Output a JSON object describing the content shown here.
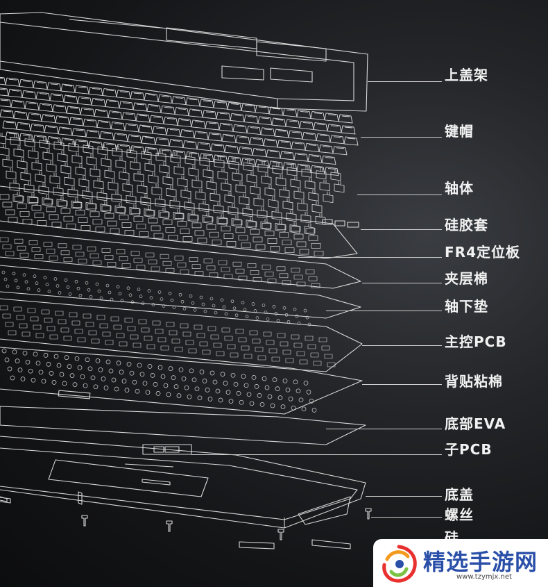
{
  "labels": [
    {
      "id": "top-case",
      "text": "上盖架"
    },
    {
      "id": "keycaps",
      "text": "键帽"
    },
    {
      "id": "switches",
      "text": "轴体"
    },
    {
      "id": "silicone-pad",
      "text": "硅胶套"
    },
    {
      "id": "fr4-plate",
      "text": "FR4定位板"
    },
    {
      "id": "sandwich-foam",
      "text": "夹层棉"
    },
    {
      "id": "switch-pad",
      "text": "轴下垫"
    },
    {
      "id": "main-pcb",
      "text": "主控PCB"
    },
    {
      "id": "pcb-foam",
      "text": "背贴粘棉"
    },
    {
      "id": "bottom-eva",
      "text": "底部EVA"
    },
    {
      "id": "daughter-pcb",
      "text": "子PCB"
    },
    {
      "id": "bottom-case",
      "text": "底盖"
    },
    {
      "id": "screws",
      "text": "螺丝"
    },
    {
      "id": "feet",
      "text": "硅"
    }
  ],
  "watermark": {
    "title": "精选手游网",
    "url": "www.tzymjx.net"
  }
}
